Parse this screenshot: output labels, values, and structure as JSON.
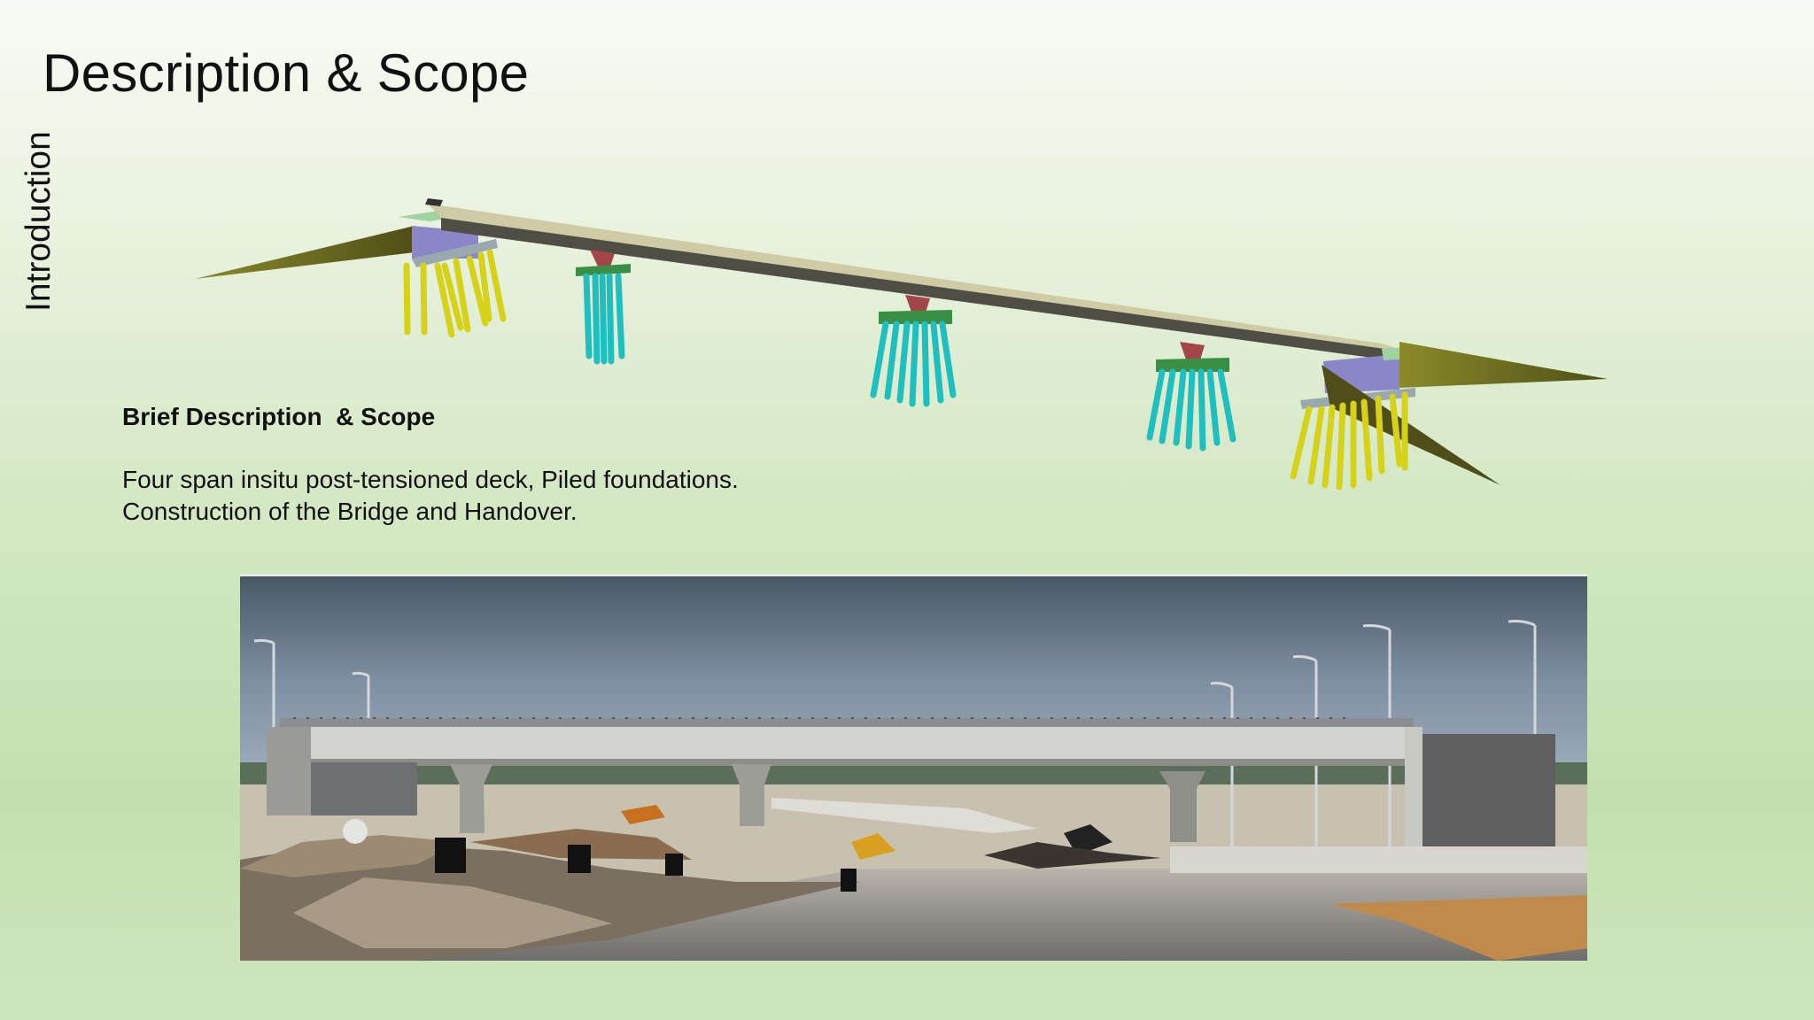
{
  "slide": {
    "title": "Description & Scope",
    "section_label": "Introduction"
  },
  "description": {
    "heading": "Brief Description  & Scope",
    "lines": [
      "Four span insitu post-tensioned deck, Piled foundations.",
      "Construction of the Bridge and Handover."
    ]
  },
  "colors": {
    "background_top": "#f8fbf5",
    "background_bottom": "#c3e0ae",
    "deck": "#cfcba4",
    "abutment_piles": "#d6d21a",
    "pier_piles": "#1fbfc0",
    "pier_cap": "#3a8f46",
    "pier_column": "#a2464a",
    "approach_ramp": "#6b6a20"
  },
  "figures": {
    "bridge_model": "3D bridge model illustration",
    "site_photo": "bridge construction site photograph"
  }
}
